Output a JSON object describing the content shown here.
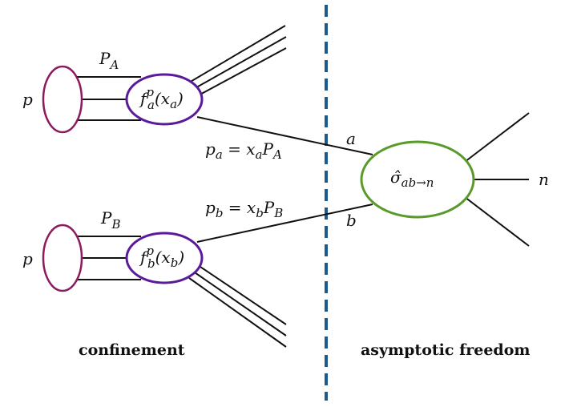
{
  "labels": {
    "proton_top": "p",
    "proton_bottom": "p",
    "momentum_A": {
      "base": "P",
      "sub": "A"
    },
    "momentum_B": {
      "base": "P",
      "sub": "B"
    },
    "pdf_a": {
      "base": "f",
      "sup": "p",
      "sub": "a",
      "arg_open": "(x",
      "arg_sub": "a",
      "arg_close": ")"
    },
    "pdf_b": {
      "base": "f",
      "sup": "p",
      "sub": "b",
      "arg_open": "(x",
      "arg_sub": "b",
      "arg_close": ")"
    },
    "parton_a_momentum": {
      "p": "p",
      "p_sub": "a",
      "eq": " = x",
      "x_sub": "a",
      "P": "P",
      "P_sub": "A"
    },
    "parton_b_momentum": {
      "p": "p",
      "p_sub": "b",
      "eq": " = x",
      "x_sub": "b",
      "P": "P",
      "P_sub": "B"
    },
    "parton_a": "a",
    "parton_b": "b",
    "cross_section": {
      "base": "σ̂",
      "sub": "ab→n"
    },
    "final_state": "n",
    "region_left": "confinement",
    "region_right": "asymptotic freedom"
  },
  "colors": {
    "proton": "#8b1a5e",
    "pdf": "#5b1a9a",
    "hard_process": "#5a9a2a",
    "divider": "#1c5a8c"
  }
}
